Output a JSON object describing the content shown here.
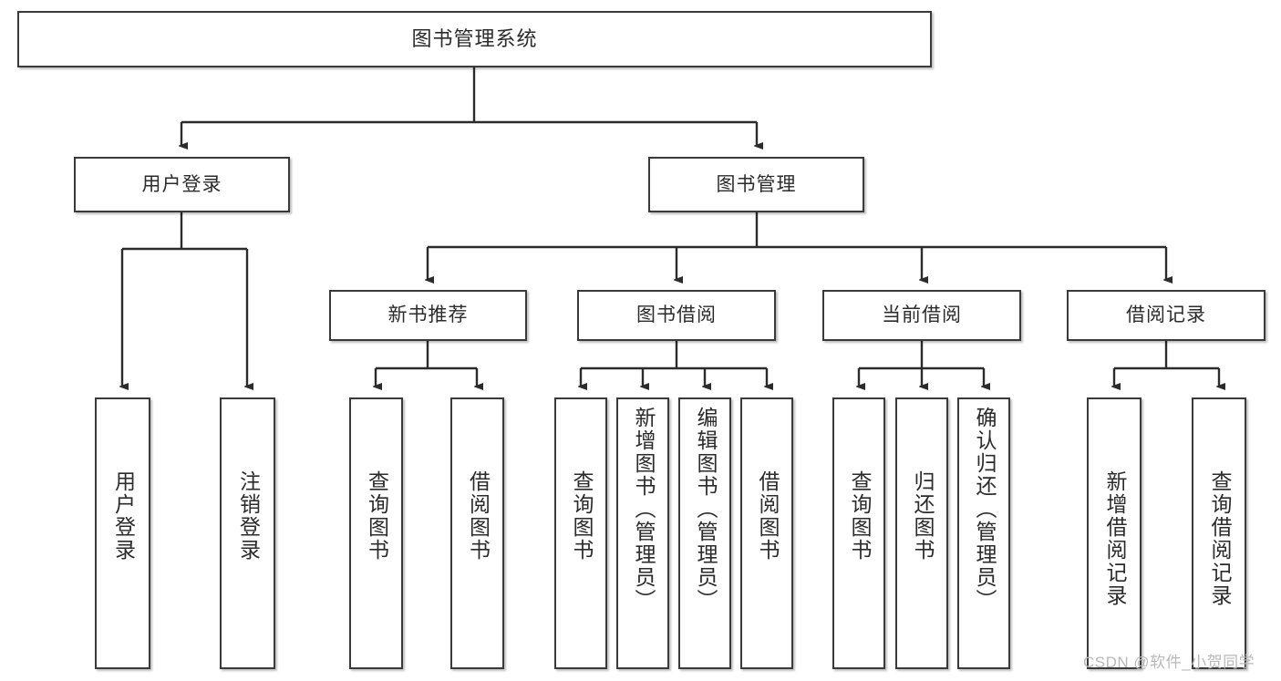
{
  "diagram": {
    "title": "图书管理系统",
    "type": "tree-hierarchy",
    "watermark": "CSDN @软件_小贺同学",
    "colors": {
      "box_border": "#3a3a3a",
      "box_fill": "#ffffff",
      "edge": "#2b2b2b",
      "text": "#2b2b2b",
      "watermark": "#b9b9b9"
    },
    "root": {
      "label": "图书管理系统"
    },
    "level2": [
      {
        "label": "用户登录"
      },
      {
        "label": "图书管理"
      }
    ],
    "level3": [
      {
        "label": "新书推荐"
      },
      {
        "label": "图书借阅"
      },
      {
        "label": "当前借阅"
      },
      {
        "label": "借阅记录"
      }
    ],
    "leaves": {
      "user_login": [
        {
          "label": "用户登录"
        },
        {
          "label": "注销登录"
        }
      ],
      "new_book_recommend": [
        {
          "label": "查询图书"
        },
        {
          "label": "借阅图书"
        }
      ],
      "book_borrow": [
        {
          "label": "查询图书"
        },
        {
          "label": "新增图书（管理员）"
        },
        {
          "label": "编辑图书（管理员）"
        },
        {
          "label": "借阅图书"
        }
      ],
      "current_borrow": [
        {
          "label": "查询图书"
        },
        {
          "label": "归还图书"
        },
        {
          "label": "确认归还（管理员）"
        }
      ],
      "borrow_record": [
        {
          "label": "新增借阅记录"
        },
        {
          "label": "查询借阅记录"
        }
      ]
    }
  }
}
